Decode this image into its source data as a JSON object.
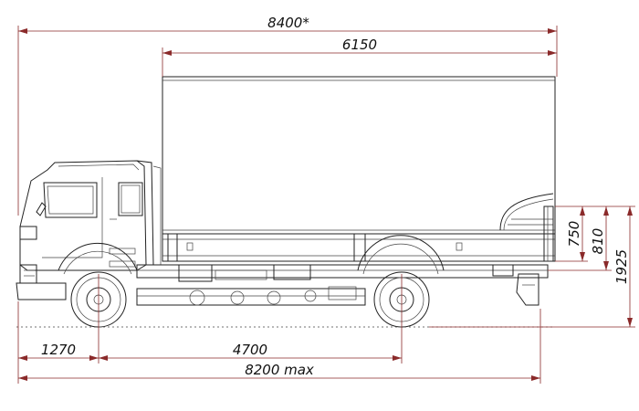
{
  "dimensions": {
    "overall_length": "8400*",
    "body_length": "6150",
    "front_overhang": "1270",
    "wheelbase": "4700",
    "frame_length": "8200 max",
    "side_board_height": "750",
    "floor_height_above_frame": "810",
    "loading_height": "1925"
  },
  "colors": {
    "dimension_line": "#8a2a2a",
    "drawing_line": "#222222"
  }
}
